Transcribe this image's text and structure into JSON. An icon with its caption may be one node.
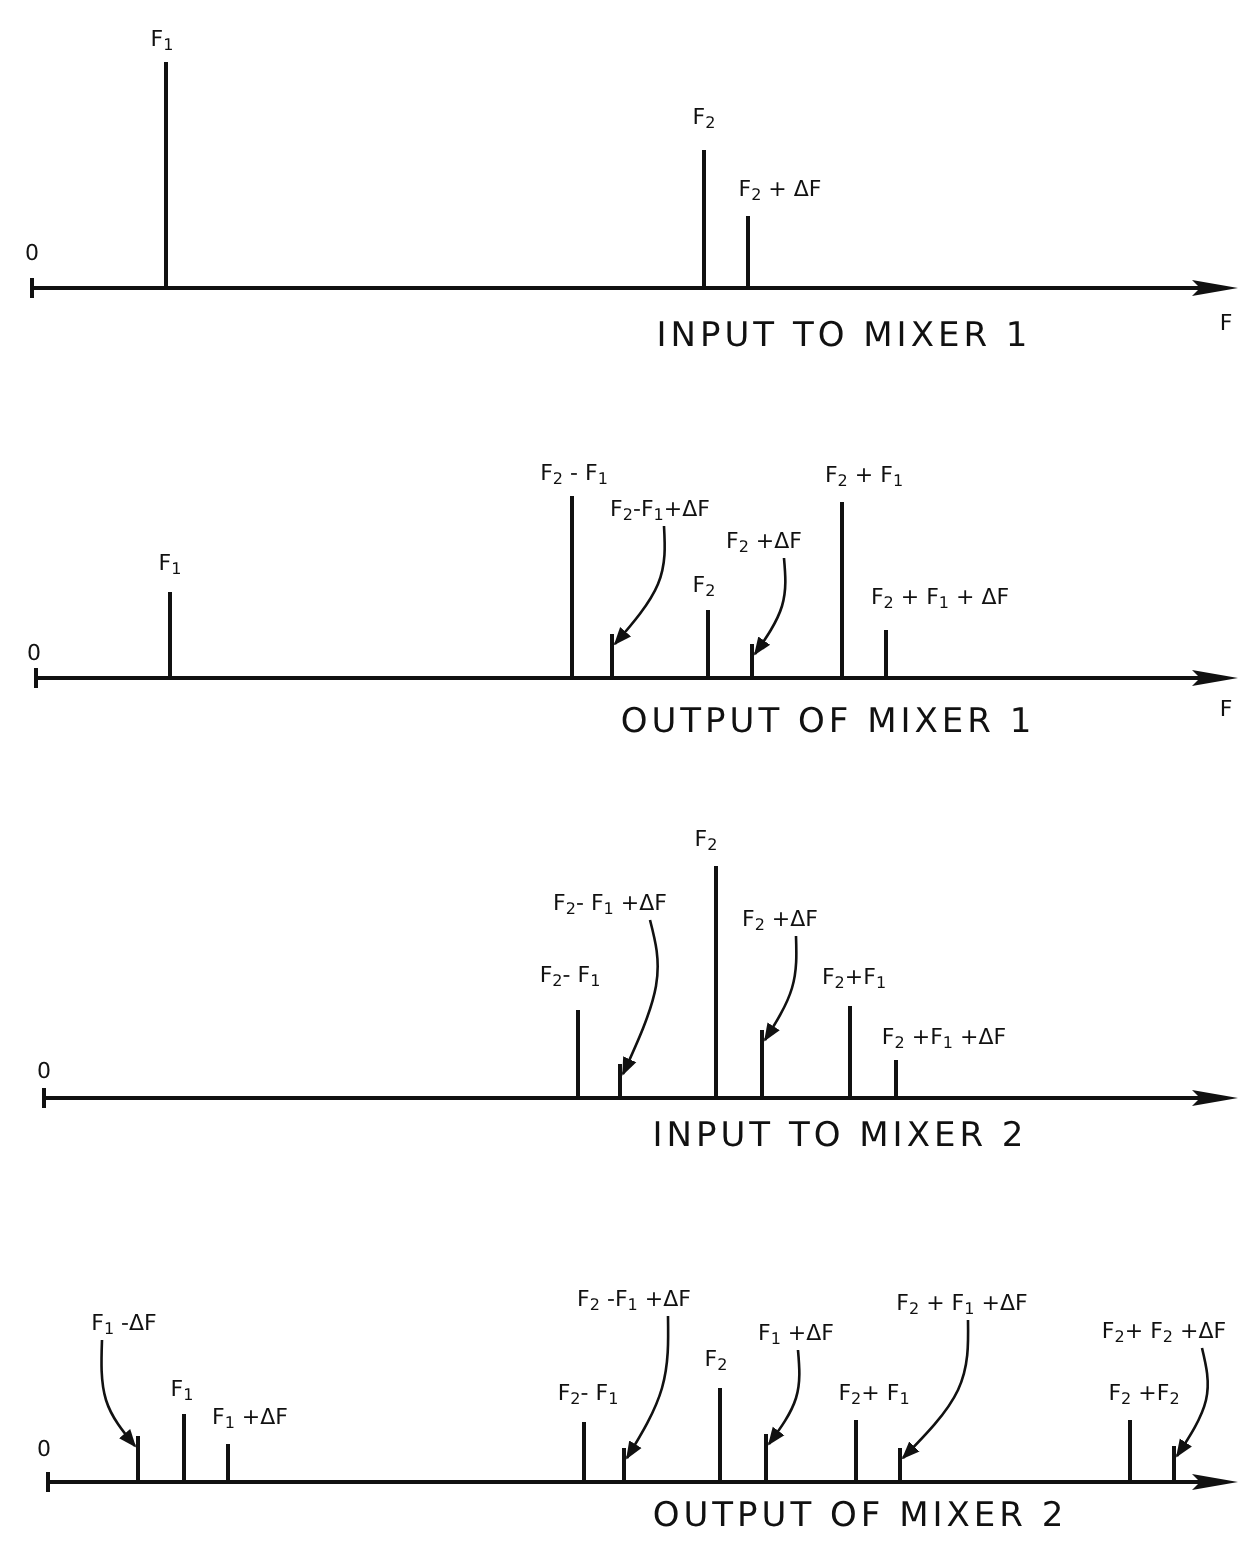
{
  "diagram": {
    "nodes": [
      {
        "text": [
          "F$_{2}$-F$_{1}$+ΔF"
        ]
      },
      {
        "text": [],
        "shape": "bar"
      },
      {
        "text": [
          "F$_{2}$ +ΔF"
        ]
      },
      {
        "text": [],
        "shape": "bar"
      },
      {
        "text": [
          "F$_{2}$- F$_{1}$ +ΔF"
        ]
      },
      {
        "text": [],
        "shape": "bar"
      },
      {
        "text": [
          "F$_{2}$ +ΔF"
        ]
      },
      {
        "text": [],
        "shape": "bar"
      },
      {
        "text": [
          "F$_{1}$ -ΔF"
        ]
      },
      {
        "text": [],
        "shape": "bar"
      },
      {
        "text": [
          "F$_{2}$ -F$_{1}$ +ΔF"
        ]
      },
      {
        "text": [],
        "shape": "bar"
      },
      {
        "text": [
          "F$_{1}$ +ΔF"
        ]
      },
      {
        "text": [],
        "shape": "bar"
      },
      {
        "text": [
          "F$_{2}$ + F$_{1}$ +ΔF"
        ]
      },
      {
        "text": [],
        "shape": "bar"
      },
      {
        "text": [
          "F$_{2}$+ F$_{2}$ +ΔF"
        ]
      },
      {
        "text": [],
        "shape": "bar"
      }
    ],
    "edges": [
      {
        "from": 0,
        "to": 1,
        "arrow": "to"
      },
      {
        "from": 2,
        "to": 3,
        "arrow": "to"
      },
      {
        "from": 4,
        "to": 5,
        "arrow": "to"
      },
      {
        "from": 6,
        "to": 7,
        "arrow": "to"
      },
      {
        "from": 8,
        "to": 9,
        "arrow": "to"
      },
      {
        "from": 10,
        "to": 11,
        "arrow": "to"
      },
      {
        "from": 12,
        "to": 13,
        "arrow": "to"
      },
      {
        "from": 14,
        "to": 15,
        "arrow": "to"
      },
      {
        "from": 16,
        "to": 17,
        "arrow": "to"
      }
    ],
    "labels": [
      "F$_{1}$",
      "F$_{2}$",
      "F$_{2}$ + ΔF",
      "0",
      "INPUT TO MIXER 1",
      "F",
      "F$_{2}$ - F$_{1}$",
      "F$_{2}$ + F$_{1}$",
      "F$_{1}$",
      "F$_{2}$",
      "F$_{2}$ + F$_{1}$ + ΔF",
      "0",
      "OUTPUT OF MIXER 1",
      "F",
      "F$_{2}$",
      "F$_{2}$- F$_{1}$",
      "F$_{2}$+F$_{1}$",
      "F$_{2}$ +F$_{1}$ +ΔF",
      "0",
      "INPUT TO MIXER 2",
      "F$_{2}$",
      "F$_{1}$",
      "F$_{2}$- F$_{1}$",
      "F$_{2}$+ F$_{1}$",
      "F$_{2}$ +F$_{2}$",
      "F$_{1}$ +ΔF",
      "0",
      "OUTPUT OF MIXER 2"
    ]
  }
}
